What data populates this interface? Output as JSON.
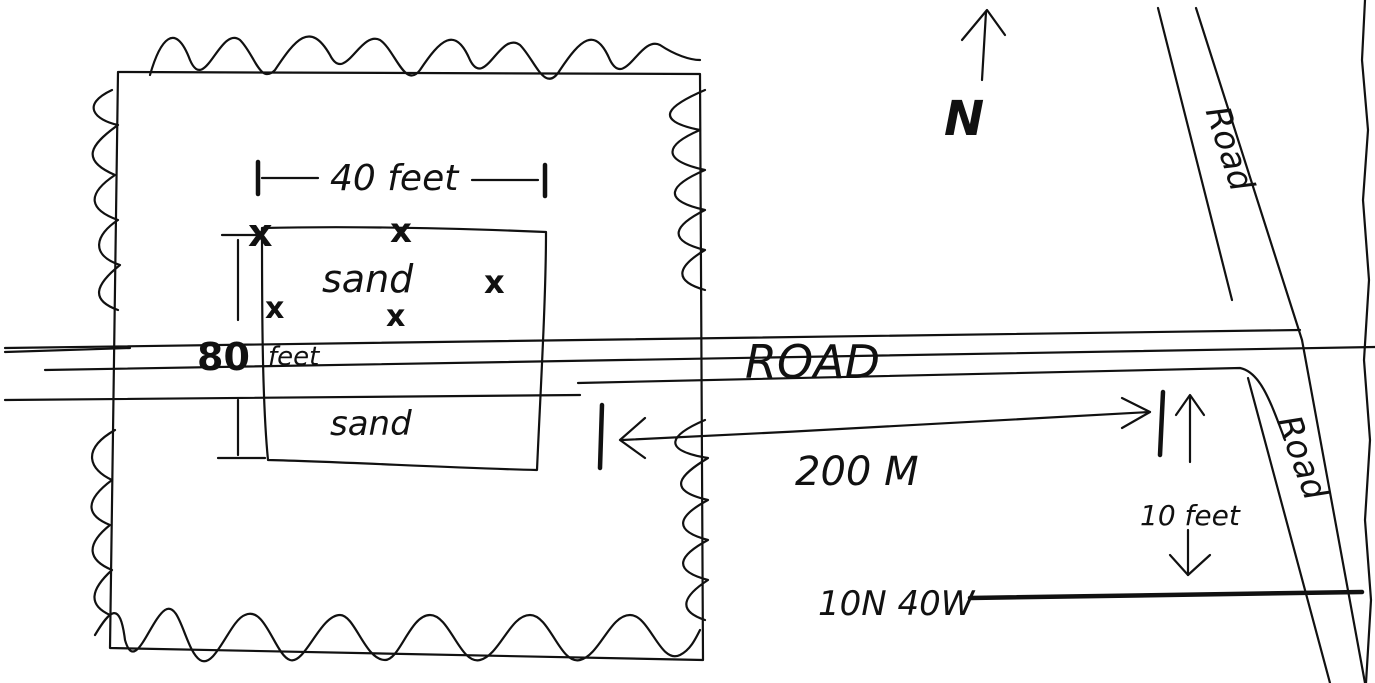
{
  "sketch": {
    "width_label": "40 feet",
    "height_label": "80",
    "height_unit": "feet",
    "sand_upper": "sand",
    "sand_lower": "sand",
    "road_main": "ROAD",
    "road_upper_right": "Road",
    "road_lower_right": "Road",
    "distance_label": "200 M",
    "offset_label": "10 feet",
    "coordinate_label": "10N 40W",
    "north_label": "N",
    "sample_mark": "x"
  }
}
